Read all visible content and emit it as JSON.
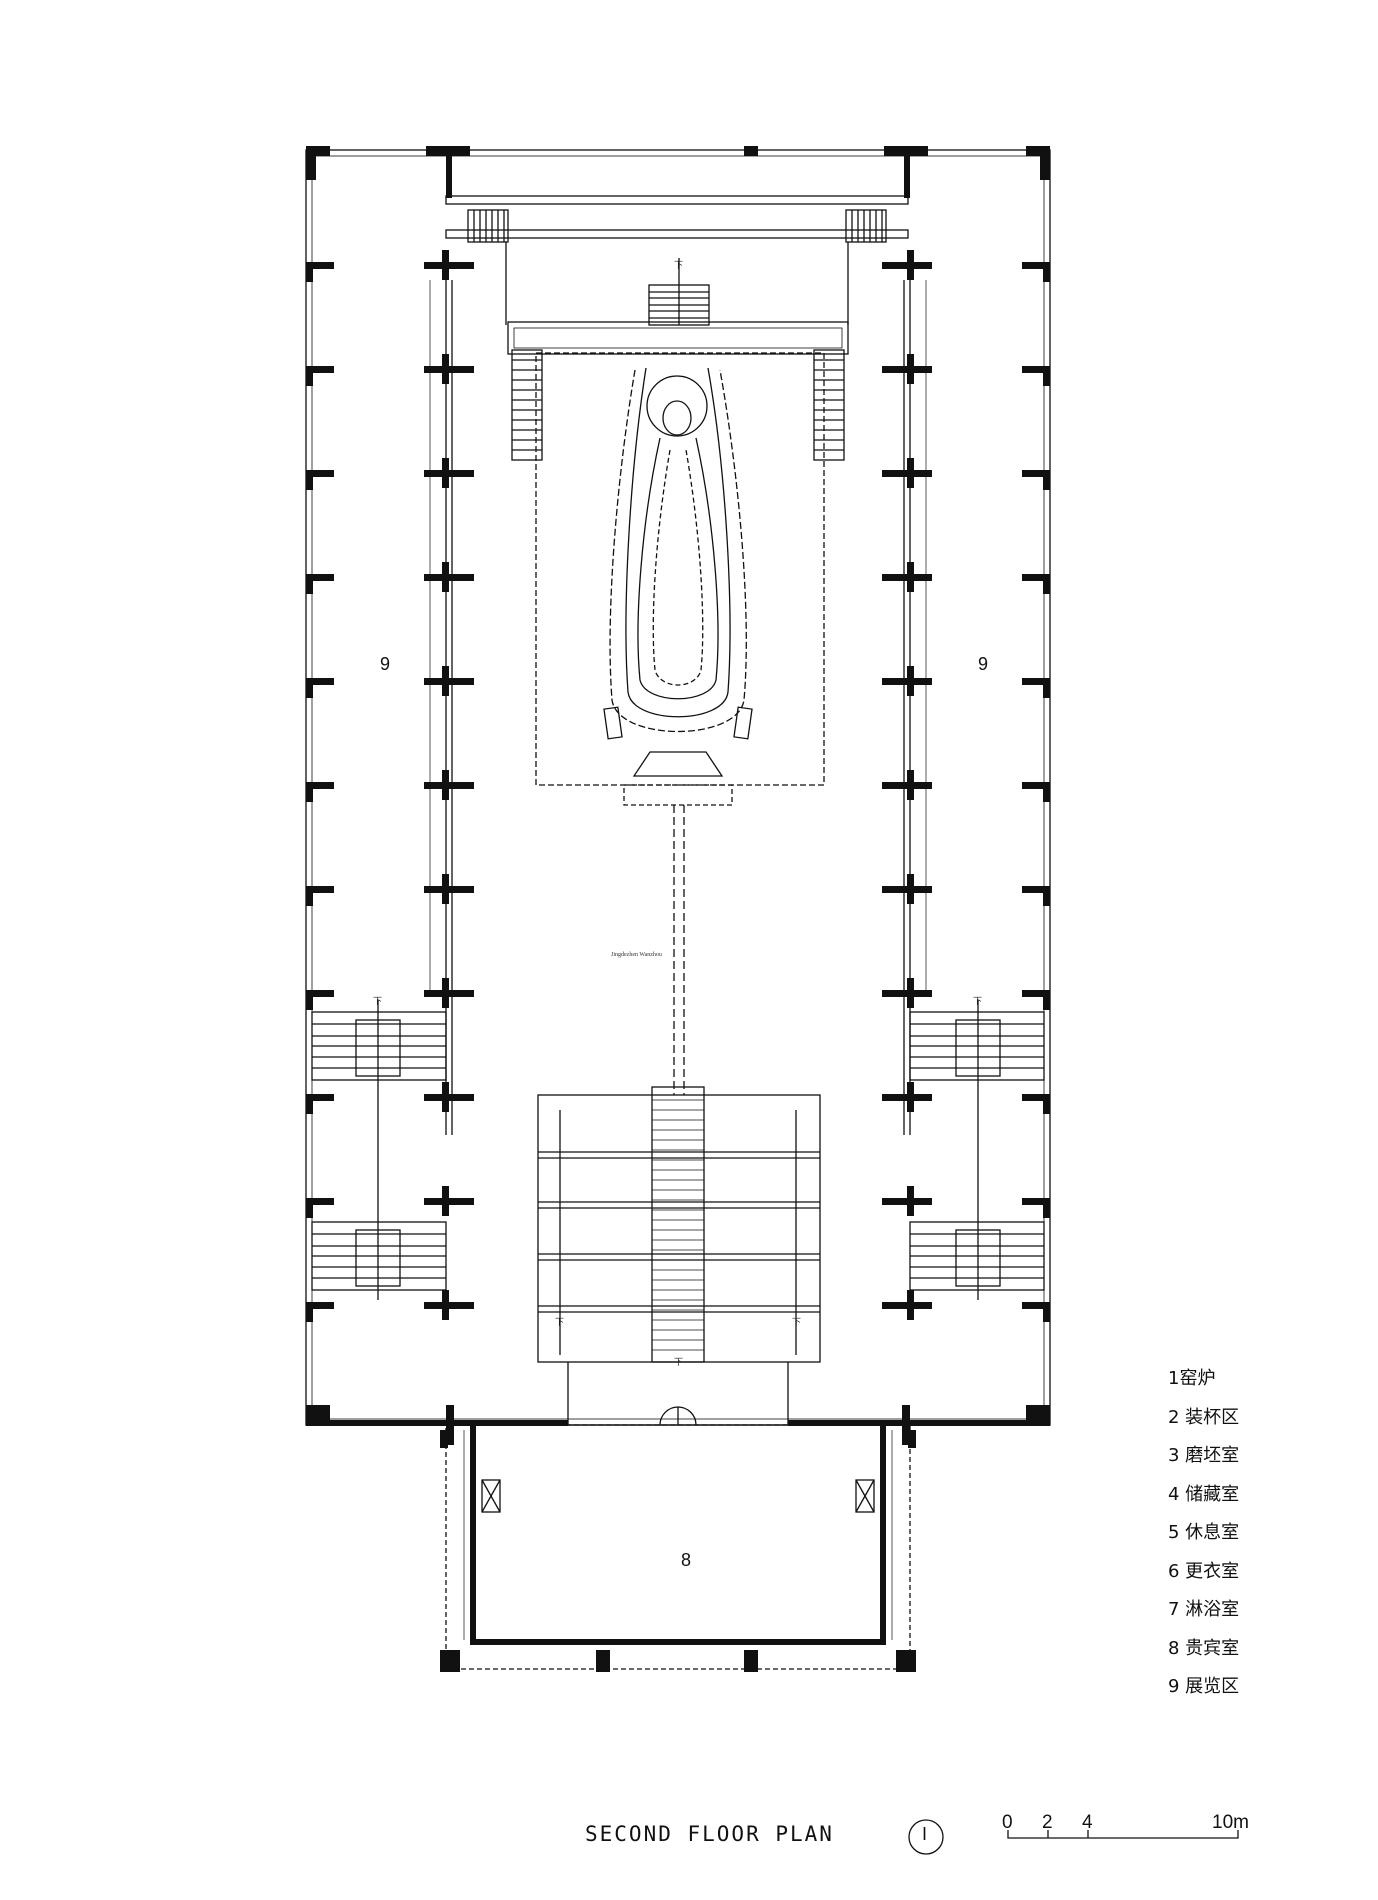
{
  "title": "SECOND FLOOR PLAN",
  "north_symbol": "I",
  "tiny_note": "Jingdezhen Wanzhou",
  "down_mark": "下",
  "rooms": {
    "exhibition_left": "9",
    "exhibition_right": "9",
    "vip_room": "8"
  },
  "legend": [
    "1窑炉",
    "2 装杯区",
    "3 磨坯室",
    "4 储藏室",
    "5 休息室",
    "6 更衣室",
    "7 淋浴室",
    "8 贵宾室",
    "9 展览区"
  ],
  "scale": {
    "ticks": [
      "0",
      "2",
      "4",
      "10m"
    ]
  }
}
